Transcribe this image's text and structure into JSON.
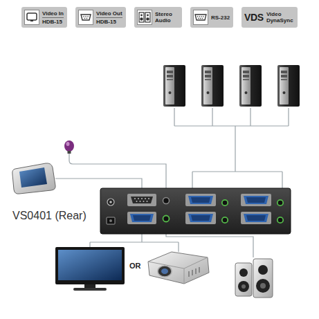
{
  "diagram": {
    "nodes": [
      {
        "text": [
          "Video In",
          "HDB-15"
        ]
      },
      {
        "text": [
          "Video Out",
          "HDB-15"
        ]
      },
      {
        "text": [
          "Stereo Audio"
        ]
      },
      {
        "text": [
          "RS-232"
        ]
      },
      {
        "text": [
          "VDS",
          "Video DynaSync"
        ]
      }
    ],
    "labels": [
      "VS0401 (Rear)",
      "OR"
    ]
  }
}
